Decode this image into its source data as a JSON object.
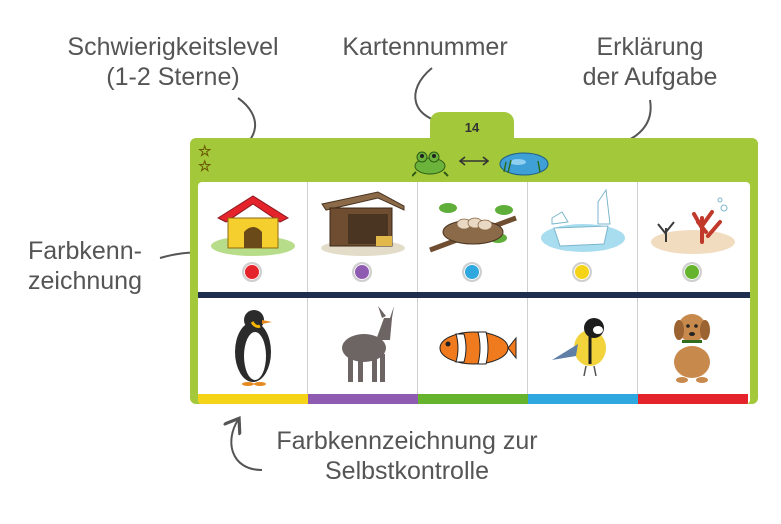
{
  "callouts": {
    "difficulty": [
      "Schwierigkeitslevel",
      "(1-2 Sterne)"
    ],
    "card_number": [
      "Kartennummer"
    ],
    "task_explanation": [
      "Erklärung",
      "der Aufgabe"
    ],
    "color_code": [
      "Farbkenn-",
      "zeichnung"
    ],
    "self_check": [
      "Farbkennzeichnung zur",
      "Selbstkontrolle"
    ]
  },
  "card": {
    "number": "14",
    "stars": 2,
    "task_icons": [
      "frog-icon",
      "double-arrow-icon",
      "pond-icon"
    ],
    "habitats": [
      {
        "icon": "doghouse-icon",
        "dot_color": "#e5232b"
      },
      {
        "icon": "barn-shelter-icon",
        "dot_color": "#8e5bb0"
      },
      {
        "icon": "bird-nest-icon",
        "dot_color": "#2fa8e0"
      },
      {
        "icon": "ice-floe-icon",
        "dot_color": "#f5d418"
      },
      {
        "icon": "coral-reef-icon",
        "dot_color": "#66b32e"
      }
    ],
    "animals": [
      {
        "icon": "penguin-icon",
        "bar_color": "#f5d418"
      },
      {
        "icon": "donkey-icon",
        "bar_color": "#8e5bb0"
      },
      {
        "icon": "clownfish-icon",
        "bar_color": "#66b32e"
      },
      {
        "icon": "tit-bird-icon",
        "bar_color": "#2fa8e0"
      },
      {
        "icon": "dog-icon",
        "bar_color": "#e5232b"
      }
    ],
    "colors": {
      "card_green": "#a3c83a",
      "divider_navy": "#1f2d4f"
    }
  }
}
